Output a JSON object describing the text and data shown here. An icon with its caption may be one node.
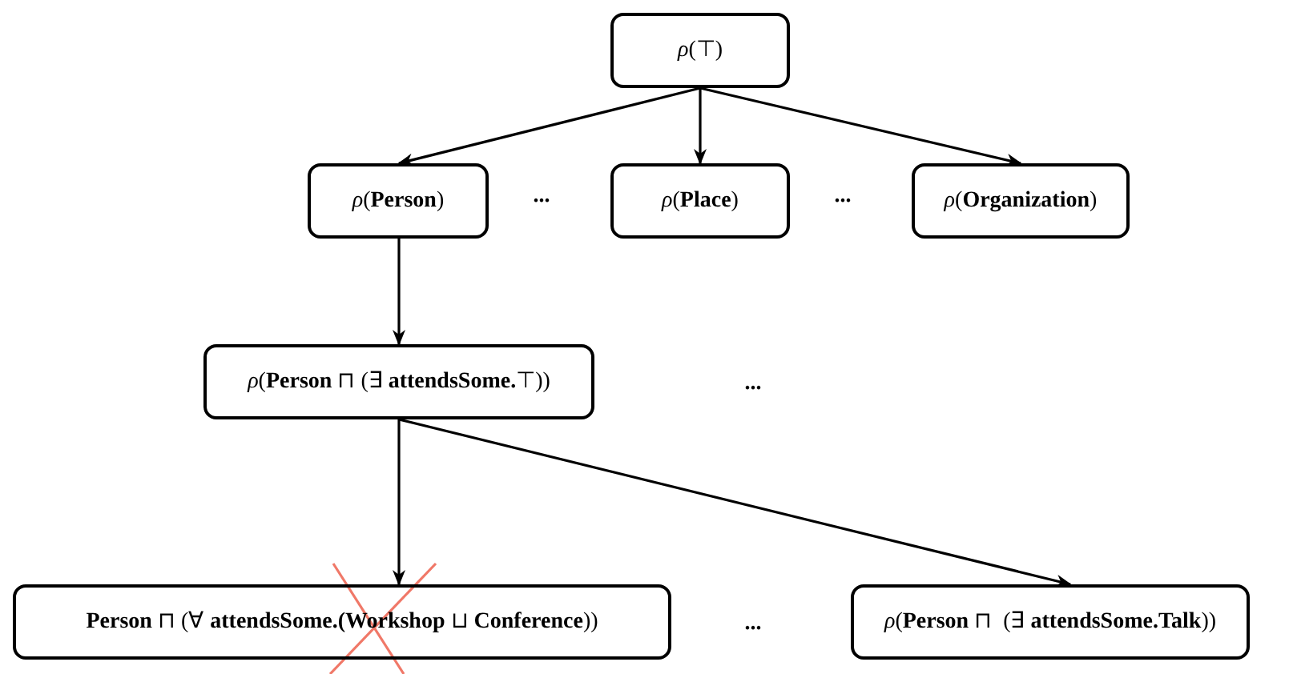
{
  "diagram": {
    "nodes": [
      {
        "text": [
          "*ρ*(⊤)"
        ]
      },
      {
        "text": [
          "*ρ*(**Person**)"
        ]
      },
      {
        "text": [
          "*ρ*(**Place**)"
        ]
      },
      {
        "text": [
          "*ρ*(**Organization**)"
        ]
      },
      {
        "text": [
          "*ρ*(**Person** ⊓ (∃ **attendsSome.**⊤))"
        ]
      },
      {
        "text": [
          "**Person** ⊓ (∀ **attendsSome.(Workshop** ⊔ **Conference**))"
        ]
      },
      {
        "text": [
          "*ρ*(**Person** ⊓  (∃ **attendsSome.Talk**))"
        ]
      }
    ],
    "edges": [
      {
        "from": 0,
        "to": 1,
        "arrow": "to"
      },
      {
        "from": 0,
        "to": 2,
        "arrow": "to"
      },
      {
        "from": 0,
        "to": 3,
        "arrow": "to"
      },
      {
        "from": 1,
        "to": 4,
        "arrow": "to"
      },
      {
        "from": 4,
        "to": 5,
        "arrow": "to"
      },
      {
        "from": 4,
        "to": 6,
        "arrow": "to"
      }
    ],
    "labels": [
      "...",
      "...",
      "...",
      "..."
    ]
  }
}
